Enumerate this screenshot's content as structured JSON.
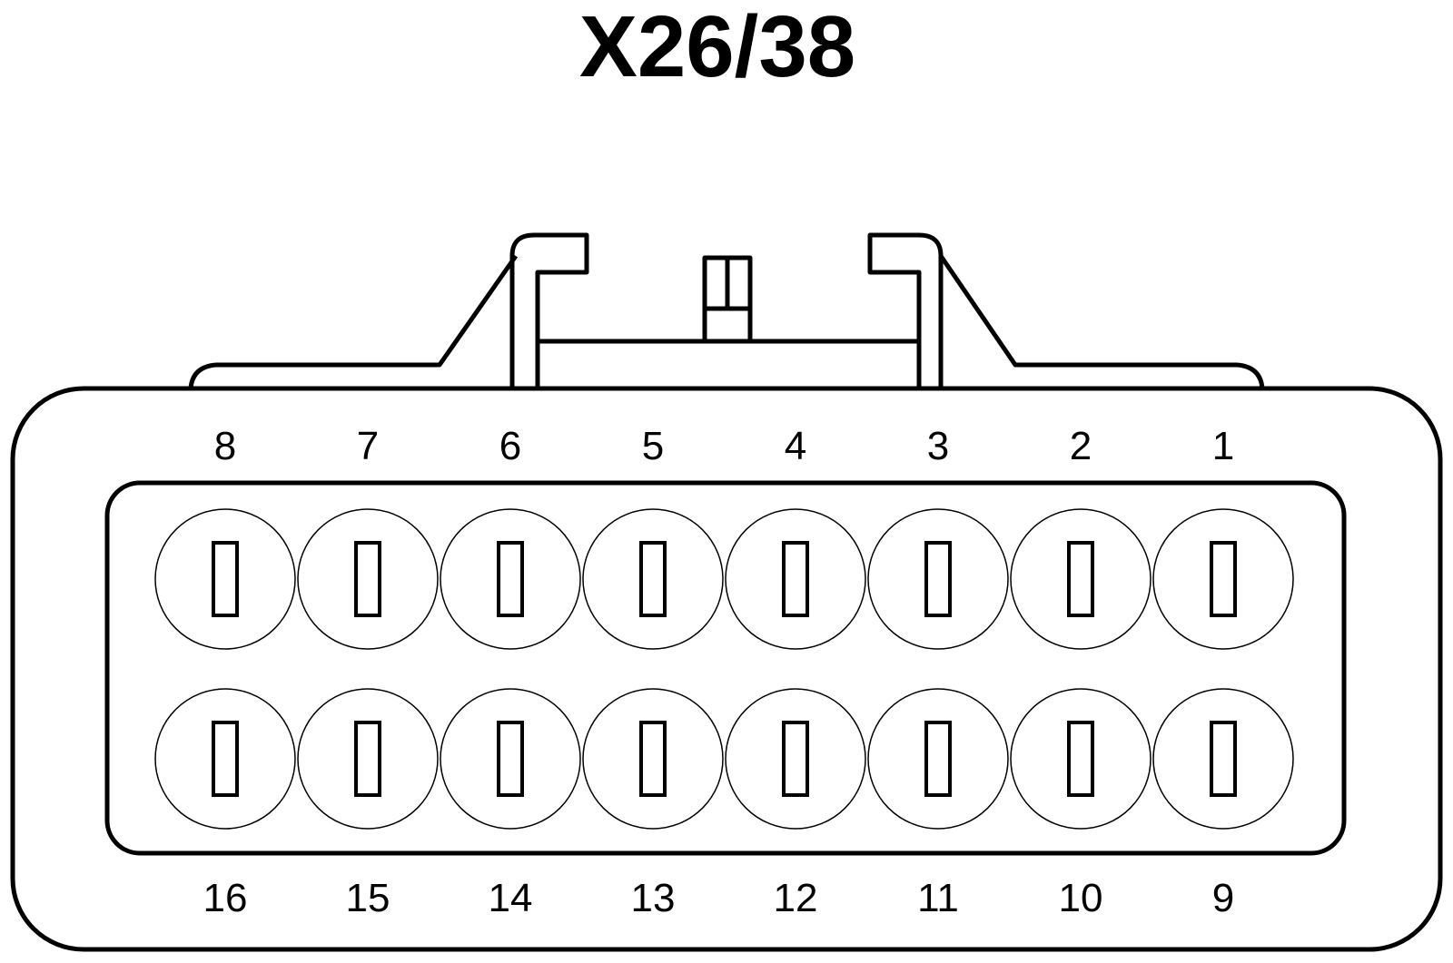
{
  "connector": {
    "title": "X26/38",
    "pins_top_row": [
      "8",
      "7",
      "6",
      "5",
      "4",
      "3",
      "2",
      "1"
    ],
    "pins_bottom_row": [
      "16",
      "15",
      "14",
      "13",
      "12",
      "11",
      "10",
      "9"
    ]
  }
}
